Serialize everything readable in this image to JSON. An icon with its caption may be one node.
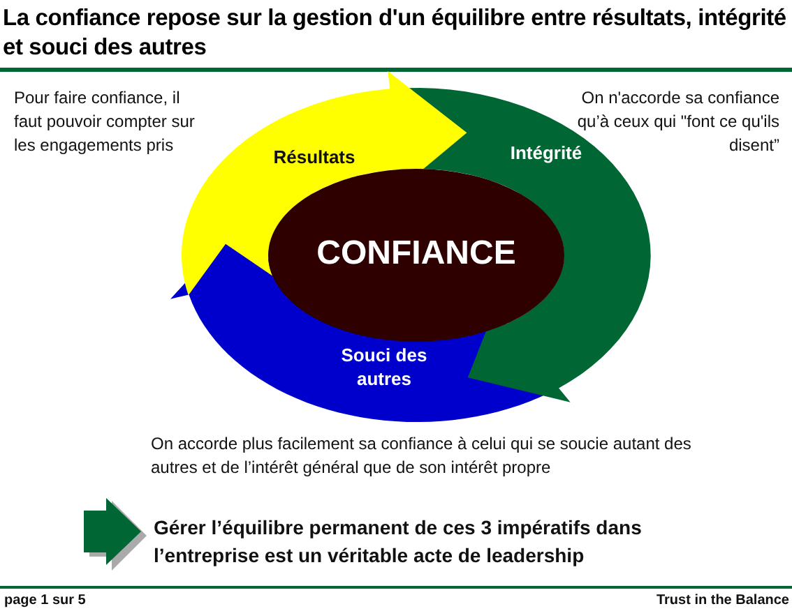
{
  "diagram": {
    "title": "La confiance repose sur la gestion d'un équilibre entre résultats, intégrité et souci des autres",
    "nodes": [
      {
        "text": [
          "CONFIANCE"
        ]
      },
      {
        "text": [
          "Résultats"
        ]
      },
      {
        "text": [
          "Intégrité"
        ]
      },
      {
        "text": [
          "Souci des autres"
        ]
      }
    ],
    "labels": [
      "Pour faire confiance, il faut pouvoir compter sur les engagements pris",
      "On n'accorde sa confiance qu’à ceux qui \"font ce qu'ils disent”",
      "On accorde plus facilement sa confiance à celui qui se soucie autant des autres et de l’intérêt général que de son intérêt propre",
      "Gérer l’équilibre permanent de ces 3 impératifs dans l’entreprise est un  véritable acte de leadership",
      "page 1 sur 5",
      "Trust in the Balance"
    ]
  }
}
